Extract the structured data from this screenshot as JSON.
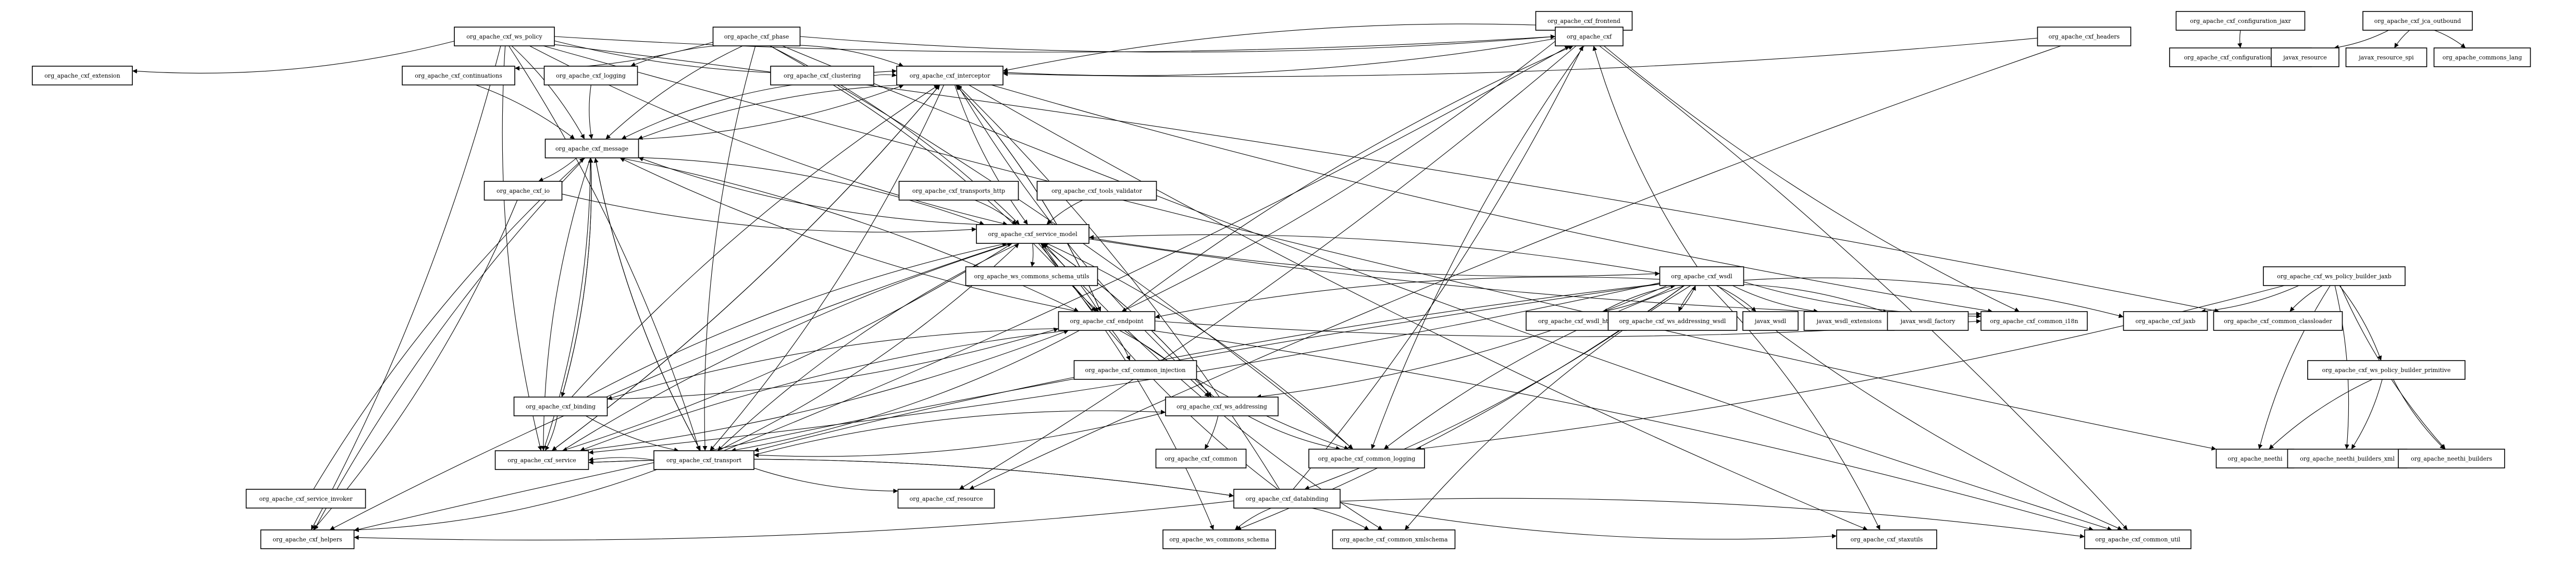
{
  "nodes": {
    "cxf_frontend": "org_apache_cxf_frontend",
    "cxf_configuration_jaxr": "org_apache_cxf_configuration_jaxr",
    "cxf_jca_outbound": "org_apache_cxf_jca_outbound",
    "cxf_ws_policy": "org_apache_cxf_ws_policy",
    "cxf_phase": "org_apache_cxf_phase",
    "cxf": "org_apache_cxf",
    "cxf_headers": "org_apache_cxf_headers",
    "cxf_configuration_security": "org_apache_cxf_configuration_security",
    "javax_resource": "javax_resource",
    "javax_resource_spi": "javax_resource_spi",
    "commons_lang": "org_apache_commons_lang",
    "cxf_extension": "org_apache_cxf_extension",
    "cxf_continuations": "org_apache_cxf_continuations",
    "cxf_logging": "org_apache_cxf_logging",
    "cxf_clustering": "org_apache_cxf_clustering",
    "cxf_interceptor": "org_apache_cxf_interceptor",
    "cxf_message": "org_apache_cxf_message",
    "cxf_io": "org_apache_cxf_io",
    "cxf_transports_http": "org_apache_cxf_transports_http",
    "cxf_tools_validator": "org_apache_cxf_tools_validator",
    "cxf_service_model": "org_apache_cxf_service_model",
    "ws_commons_schema_utils": "org_apache_ws_commons_schema_utils",
    "cxf_wsdl": "org_apache_cxf_wsdl",
    "cxf_ws_policy_builder_jaxb": "org_apache_cxf_ws_policy_builder_jaxb",
    "cxf_endpoint": "org_apache_cxf_endpoint",
    "cxf_wsdl_http": "org_apache_cxf_wsdl_http",
    "cxf_ws_addressing_wsdl": "org_apache_cxf_ws_addressing_wsdl",
    "javax_wsdl": "javax_wsdl",
    "javax_wsdl_extensions": "javax_wsdl_extensions",
    "javax_wsdl_factory": "javax_wsdl_factory",
    "cxf_common_i18n": "org_apache_cxf_common_i18n",
    "cxf_jaxb": "org_apache_cxf_jaxb",
    "cxf_common_classloader": "org_apache_cxf_common_classloader",
    "cxf_common_injection": "org_apache_cxf_common_injection",
    "cxf_ws_policy_builder_primitive": "org_apache_cxf_ws_policy_builder_primitive",
    "cxf_binding": "org_apache_cxf_binding",
    "cxf_ws_addressing": "org_apache_cxf_ws_addressing",
    "neethi": "org_apache_neethi",
    "neethi_builders_xml": "org_apache_neethi_builders_xml",
    "neethi_builders": "org_apache_neethi_builders",
    "cxf_common": "org_apache_cxf_common",
    "cxf_common_logging": "org_apache_cxf_common_logging",
    "cxf_service": "org_apache_cxf_service",
    "cxf_transport": "org_apache_cxf_transport",
    "cxf_service_invoker": "org_apache_cxf_service_invoker",
    "cxf_resource": "org_apache_cxf_resource",
    "cxf_databinding": "org_apache_cxf_databinding",
    "cxf_helpers": "org_apache_cxf_helpers",
    "ws_commons_schema": "org_apache_ws_commons_schema",
    "cxf_common_xmlschema": "org_apache_cxf_common_xmlschema",
    "cxf_staxutils": "org_apache_cxf_staxutils",
    "cxf_common_util": "org_apache_cxf_common_util"
  },
  "edges": [
    [
      "cxf_frontend",
      "cxf"
    ],
    [
      "cxf_frontend",
      "cxf_interceptor"
    ],
    [
      "cxf_frontend",
      "cxf_endpoint"
    ],
    [
      "cxf_configuration_jaxr",
      "cxf_configuration_security"
    ],
    [
      "cxf_jca_outbound",
      "javax_resource"
    ],
    [
      "cxf_jca_outbound",
      "javax_resource_spi"
    ],
    [
      "cxf_jca_outbound",
      "commons_lang"
    ],
    [
      "cxf_ws_policy",
      "cxf"
    ],
    [
      "cxf_ws_policy",
      "cxf_extension"
    ],
    [
      "cxf_ws_policy",
      "cxf_interceptor"
    ],
    [
      "cxf_ws_policy",
      "cxf_message"
    ],
    [
      "cxf_ws_policy",
      "cxf_service_model"
    ],
    [
      "cxf_ws_policy",
      "cxf_helpers"
    ],
    [
      "cxf_ws_policy",
      "cxf_service"
    ],
    [
      "cxf_ws_policy",
      "cxf_transport"
    ],
    [
      "cxf_ws_policy",
      "neethi"
    ],
    [
      "cxf_ws_policy",
      "cxf_common_classloader"
    ],
    [
      "cxf_phase",
      "cxf"
    ],
    [
      "cxf_phase",
      "cxf_continuations"
    ],
    [
      "cxf_phase",
      "cxf_logging"
    ],
    [
      "cxf_phase",
      "cxf_interceptor"
    ],
    [
      "cxf_phase",
      "cxf_message"
    ],
    [
      "cxf_phase",
      "cxf_service_model"
    ],
    [
      "cxf_phase",
      "cxf_transport"
    ],
    [
      "cxf_phase",
      "cxf_common_logging"
    ],
    [
      "cxf_phase",
      "cxf_common_util"
    ],
    [
      "cxf_headers",
      "cxf_interceptor"
    ],
    [
      "cxf_headers",
      "cxf_resource"
    ],
    [
      "cxf_continuations",
      "cxf_message"
    ],
    [
      "cxf_logging",
      "cxf_message"
    ],
    [
      "cxf_clustering",
      "cxf_interceptor"
    ],
    [
      "cxf_clustering",
      "cxf_message"
    ],
    [
      "cxf_clustering",
      "cxf_endpoint"
    ],
    [
      "cxf_interceptor",
      "cxf_message"
    ],
    [
      "cxf_interceptor",
      "cxf_transport"
    ],
    [
      "cxf_interceptor",
      "cxf_common_i18n"
    ],
    [
      "cxf_interceptor",
      "cxf_service"
    ],
    [
      "cxf_interceptor",
      "cxf_service_model"
    ],
    [
      "cxf_interceptor",
      "cxf_endpoint"
    ],
    [
      "cxf_interceptor",
      "cxf_staxutils"
    ],
    [
      "cxf_message",
      "cxf_io"
    ],
    [
      "cxf_message",
      "cxf_interceptor"
    ],
    [
      "cxf_message",
      "cxf_service_model"
    ],
    [
      "cxf_message",
      "cxf_transport"
    ],
    [
      "cxf_message",
      "cxf_binding"
    ],
    [
      "cxf_message",
      "cxf_service"
    ],
    [
      "cxf_message",
      "cxf_endpoint"
    ],
    [
      "cxf_message",
      "cxf_helpers"
    ],
    [
      "cxf_io",
      "cxf_helpers"
    ],
    [
      "cxf_io",
      "cxf_service_model"
    ],
    [
      "cxf_transports_http",
      "cxf_service_model"
    ],
    [
      "cxf_tools_validator",
      "cxf_service_model"
    ],
    [
      "cxf_service_model",
      "ws_commons_schema_utils"
    ],
    [
      "cxf_service_model",
      "cxf_wsdl"
    ],
    [
      "cxf_service_model",
      "cxf_message"
    ],
    [
      "cxf_service_model",
      "cxf_endpoint"
    ],
    [
      "cxf_service_model",
      "cxf_service"
    ],
    [
      "cxf_service_model",
      "cxf_transport"
    ],
    [
      "cxf_service_model",
      "cxf_ws_addressing"
    ],
    [
      "cxf_service_model",
      "cxf_helpers"
    ],
    [
      "cxf_service_model",
      "ws_commons_schema"
    ],
    [
      "cxf_service_model",
      "cxf_common_xmlschema"
    ],
    [
      "cxf_service_model",
      "cxf_common_logging"
    ],
    [
      "cxf_service_model",
      "cxf_common_i18n"
    ],
    [
      "cxf_wsdl",
      "cxf"
    ],
    [
      "cxf_wsdl",
      "cxf_service_model"
    ],
    [
      "cxf_wsdl",
      "cxf_wsdl_http"
    ],
    [
      "cxf_wsdl",
      "cxf_ws_addressing_wsdl"
    ],
    [
      "cxf_wsdl",
      "javax_wsdl"
    ],
    [
      "cxf_wsdl",
      "javax_wsdl_extensions"
    ],
    [
      "cxf_wsdl",
      "javax_wsdl_factory"
    ],
    [
      "cxf_wsdl",
      "cxf_common_i18n"
    ],
    [
      "cxf_wsdl",
      "cxf_jaxb"
    ],
    [
      "cxf_wsdl",
      "cxf_endpoint"
    ],
    [
      "cxf_wsdl",
      "cxf_ws_addressing"
    ],
    [
      "cxf_wsdl",
      "cxf_common_logging"
    ],
    [
      "cxf_wsdl",
      "cxf_service"
    ],
    [
      "cxf_wsdl",
      "cxf_transport"
    ],
    [
      "cxf_wsdl",
      "cxf_databinding"
    ],
    [
      "cxf_wsdl",
      "cxf_helpers"
    ],
    [
      "cxf_wsdl",
      "ws_commons_schema"
    ],
    [
      "cxf_wsdl",
      "cxf_common_xmlschema"
    ],
    [
      "cxf_wsdl",
      "cxf_staxutils"
    ],
    [
      "cxf_wsdl",
      "cxf_common_util"
    ],
    [
      "cxf_wsdl_http",
      "cxf_wsdl"
    ],
    [
      "cxf_ws_addressing_wsdl",
      "cxf_wsdl"
    ],
    [
      "cxf_ws_policy_builder_jaxb",
      "cxf_jaxb"
    ],
    [
      "cxf_ws_policy_builder_jaxb",
      "cxf_common_classloader"
    ],
    [
      "cxf_ws_policy_builder_jaxb",
      "cxf_ws_policy_builder_primitive"
    ],
    [
      "cxf_ws_policy_builder_jaxb",
      "neethi"
    ],
    [
      "cxf_ws_policy_builder_jaxb",
      "neethi_builders_xml"
    ],
    [
      "cxf_ws_policy_builder_jaxb",
      "neethi_builders"
    ],
    [
      "cxf_ws_policy_builder_jaxb",
      "cxf_common_logging"
    ],
    [
      "cxf_ws_policy_builder_primitive",
      "neethi"
    ],
    [
      "cxf_ws_policy_builder_primitive",
      "neethi_builders_xml"
    ],
    [
      "cxf_ws_policy_builder_primitive",
      "neethi_builders"
    ],
    [
      "cxf_endpoint",
      "cxf"
    ],
    [
      "cxf_endpoint",
      "cxf_interceptor"
    ],
    [
      "cxf_endpoint",
      "cxf_message"
    ],
    [
      "cxf_endpoint",
      "cxf_service_model"
    ],
    [
      "cxf_endpoint",
      "cxf_common_injection"
    ],
    [
      "cxf_endpoint",
      "cxf_binding"
    ],
    [
      "cxf_endpoint",
      "cxf_ws_addressing"
    ],
    [
      "cxf_endpoint",
      "cxf_service"
    ],
    [
      "cxf_endpoint",
      "cxf_transport"
    ],
    [
      "cxf_endpoint",
      "cxf_common_logging"
    ],
    [
      "cxf_endpoint",
      "cxf_common_util"
    ],
    [
      "cxf_endpoint",
      "cxf_common_i18n"
    ],
    [
      "cxf_binding",
      "cxf_interceptor"
    ],
    [
      "cxf_binding",
      "cxf_message"
    ],
    [
      "cxf_binding",
      "cxf_service_model"
    ],
    [
      "cxf_binding",
      "cxf_endpoint"
    ],
    [
      "cxf_binding",
      "cxf_service"
    ],
    [
      "cxf_binding",
      "cxf_transport"
    ],
    [
      "cxf_ws_addressing",
      "cxf_common"
    ],
    [
      "cxf_ws_addressing",
      "cxf_service_model"
    ],
    [
      "cxf_ws_addressing",
      "cxf_transport"
    ],
    [
      "cxf_ws_addressing",
      "cxf_common_logging"
    ],
    [
      "cxf_ws_addressing",
      "cxf_interceptor"
    ],
    [
      "cxf_service",
      "cxf_message"
    ],
    [
      "cxf_service",
      "cxf_service_model"
    ],
    [
      "cxf_service",
      "cxf_interceptor"
    ],
    [
      "cxf_service",
      "cxf_databinding"
    ],
    [
      "cxf_service",
      "cxf_endpoint"
    ],
    [
      "cxf_service_invoker",
      "cxf_message"
    ],
    [
      "cxf_transport",
      "cxf"
    ],
    [
      "cxf_transport",
      "cxf_message"
    ],
    [
      "cxf_transport",
      "cxf_service_model"
    ],
    [
      "cxf_transport",
      "cxf_ws_addressing"
    ],
    [
      "cxf_transport",
      "cxf_resource"
    ],
    [
      "cxf_transport",
      "cxf_helpers"
    ],
    [
      "cxf_transport",
      "cxf_service"
    ],
    [
      "cxf",
      "cxf_interceptor"
    ],
    [
      "cxf",
      "cxf_common_i18n"
    ],
    [
      "cxf",
      "cxf_resource"
    ],
    [
      "cxf",
      "cxf_common_logging"
    ],
    [
      "cxf",
      "cxf_common_util"
    ],
    [
      "cxf_databinding",
      "cxf"
    ],
    [
      "cxf_databinding",
      "cxf_service_model"
    ],
    [
      "cxf_databinding",
      "cxf_service"
    ],
    [
      "cxf_databinding",
      "cxf_helpers"
    ],
    [
      "cxf_databinding",
      "ws_commons_schema"
    ],
    [
      "cxf_databinding",
      "cxf_common_xmlschema"
    ],
    [
      "cxf_databinding",
      "cxf_staxutils"
    ],
    [
      "cxf_databinding",
      "cxf_common_util"
    ],
    [
      "cxf_databinding",
      "cxf_interceptor"
    ]
  ]
}
